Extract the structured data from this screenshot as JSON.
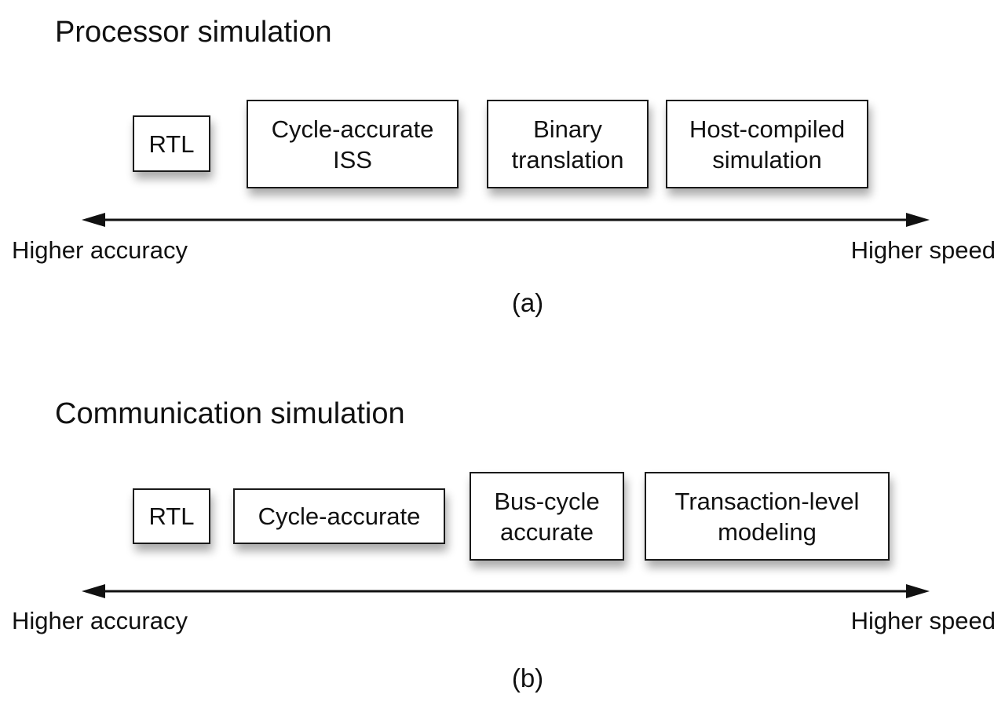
{
  "panels": [
    {
      "title": "Processor simulation",
      "boxes": [
        "RTL",
        "Cycle-accurate\nISS",
        "Binary\ntranslation",
        "Host-compiled\nsimulation"
      ],
      "axis_left_label": "Higher accuracy",
      "axis_right_label": "Higher speed",
      "caption": "(a)"
    },
    {
      "title": "Communication simulation",
      "boxes": [
        "RTL",
        "Cycle-accurate",
        "Bus-cycle\naccurate",
        "Transaction-level\nmodeling"
      ],
      "axis_left_label": "Higher accuracy",
      "axis_right_label": "Higher speed",
      "caption": "(b)"
    }
  ]
}
